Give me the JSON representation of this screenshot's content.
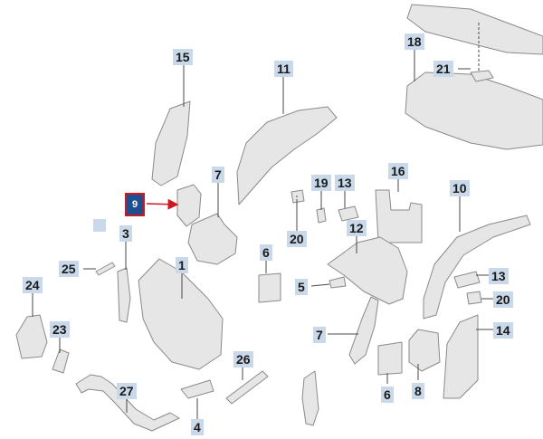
{
  "colors": {
    "label_bg": "#c9d9ea",
    "selected_bg": "#1f4f8f",
    "selected_border": "#d0161e",
    "part_fill": "#e6e6e6",
    "part_stroke": "#8a8a8a",
    "leader": "#4a4a4a"
  },
  "labels": {
    "l15": "15",
    "l11": "11",
    "l18": "18",
    "l21": "21",
    "l7a": "7",
    "l9": "9",
    "l19": "19",
    "l13a": "13",
    "l16": "16",
    "l10": "10",
    "l3": "3",
    "l12": "12",
    "l25": "25",
    "l1": "1",
    "l6a": "6",
    "l20a": "20",
    "l5": "5",
    "l13b": "13",
    "l24": "24",
    "l20b": "20",
    "l23": "23",
    "l7b": "7",
    "l14": "14",
    "l26": "26",
    "l27": "27",
    "l6b": "6",
    "l8": "8",
    "l4": "4"
  },
  "selected_callout": "9"
}
